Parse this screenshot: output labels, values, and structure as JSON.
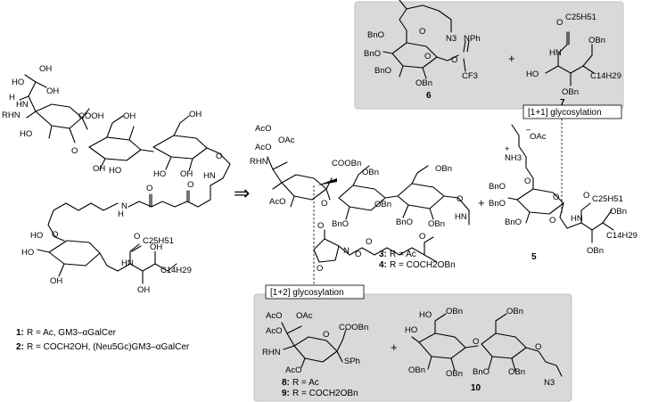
{
  "compounds": {
    "c1": {
      "number": "1:",
      "desc": "R = Ac, GM3–αGalCer"
    },
    "c2": {
      "number": "2:",
      "desc": "R = COCH2OH, (Neu5Gc)GM3–αGalCer"
    },
    "c3": {
      "number": "3:",
      "desc": "R = Ac"
    },
    "c4": {
      "number": "4:",
      "desc": "R = COCH2OBn"
    },
    "c5": {
      "number": "5"
    },
    "c6": {
      "number": "6"
    },
    "c7": {
      "number": "7"
    },
    "c8": {
      "number": "8:",
      "desc": "R = Ac"
    },
    "c9": {
      "number": "9:",
      "desc": "R = COCH2OBn"
    },
    "c10": {
      "number": "10"
    }
  },
  "steps": {
    "one_plus_one": "[1+1] glycosylation",
    "one_plus_two": "[1+2] glycosylation"
  },
  "symbols": {
    "plus": "+",
    "retro_arrow": "⇒"
  },
  "atoms": {
    "oh": "OH",
    "ho": "HO",
    "rhn": "RHN",
    "cooh": "COOH",
    "coobn": "COOBn",
    "o": "O",
    "h": "H",
    "n": "N",
    "hn": "HN",
    "obn": "OBn",
    "bno": "BnO",
    "oac": "OAc",
    "aco": "AcO",
    "c25h51": "C25H51",
    "c14h29": "C14H29",
    "n3": "N3",
    "nph": "NPh",
    "cf3": "CF3",
    "sph": "SPh",
    "nh3": "NH3",
    "minus": "–",
    "plus_charge": "+"
  }
}
